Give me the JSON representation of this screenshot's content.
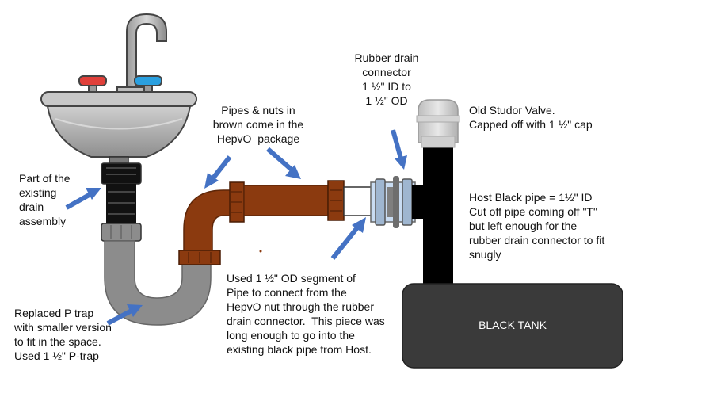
{
  "labels": {
    "existing_drain": "Part of the\nexisting\ndrain\nassembly",
    "hepvo_pipes": "Pipes & nuts in\nbrown come in the\nHepvO  package",
    "rubber_connector": "Rubber drain\nconnector\n1 ½\" ID to\n1 ½\" OD",
    "studor_valve": "Old Studor Valve.\nCapped off with 1 ½\" cap",
    "host_pipe": "Host Black pipe = 1½\" ID\nCut off pipe coming off \"T\"\nbut left enough for the\nrubber drain connector to fit\nsnugly",
    "od_segment": "Used 1 ½\" OD segment of\nPipe to connect from the\nHepvO nut through the rubber\ndrain connector.  This piece was\nlong enough to go into the\nexisting black pipe from Host.",
    "p_trap": "Replaced P trap\nwith smaller version\nto fit in the space.\nUsed 1 ½\" P-trap",
    "black_tank": "BLACK TANK"
  },
  "colors": {
    "arrow": "#4472c4",
    "brown_pipe": "#8b3a0f",
    "gray_pipe": "#8c8c8c",
    "black_pipe": "#000000",
    "tank": "#3a3a3a",
    "connector": "#c9dcf2",
    "sink": "#b8b8b8"
  },
  "icons": {
    "hot_handle": "red-tap-handle",
    "cold_handle": "blue-tap-handle"
  }
}
